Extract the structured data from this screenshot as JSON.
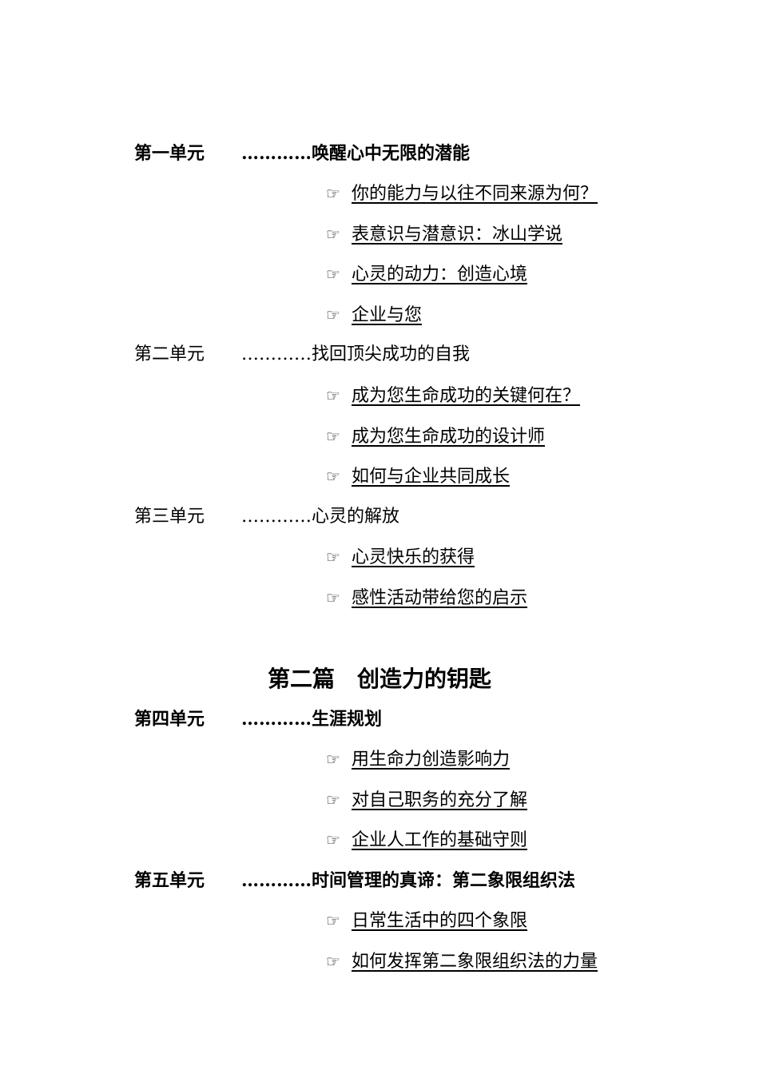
{
  "units": [
    {
      "label": "第一单元",
      "dots": "…………",
      "title": "唤醒心中无限的潜能",
      "bold": true,
      "items": [
        "你的能力与以往不同来源为何？",
        "表意识与潜意识：冰山学说",
        "心灵的动力：创造心境",
        "企业与您"
      ]
    },
    {
      "label": "第二单元",
      "dots": "…………",
      "title": "找回顶尖成功的自我",
      "bold": false,
      "items": [
        "成为您生命成功的关键何在？",
        "成为您生命成功的设计师",
        "如何与企业共同成长"
      ]
    },
    {
      "label": "第三单元",
      "dots": "…………",
      "title": "心灵的解放",
      "bold": false,
      "items": [
        "心灵快乐的获得",
        "感性活动带给您的启示"
      ]
    }
  ],
  "section": {
    "part": "第二篇",
    "title": "创造力的钥匙"
  },
  "units2": [
    {
      "label": "第四单元",
      "dots": "…………",
      "title": "生涯规划",
      "bold": true,
      "items": [
        "用生命力创造影响力",
        "对自己职务的充分了解",
        "企业人工作的基础守则"
      ]
    },
    {
      "label": "第五单元",
      "dots": "…………",
      "title": "时间管理的真谛：第二象限组织法",
      "bold": true,
      "items": [
        "日常生活中的四个象限",
        "如何发挥第二象限组织法的力量"
      ]
    }
  ],
  "icons": {
    "bullet": "hand-pointing-right-icon"
  },
  "bullet_glyph": "☞"
}
